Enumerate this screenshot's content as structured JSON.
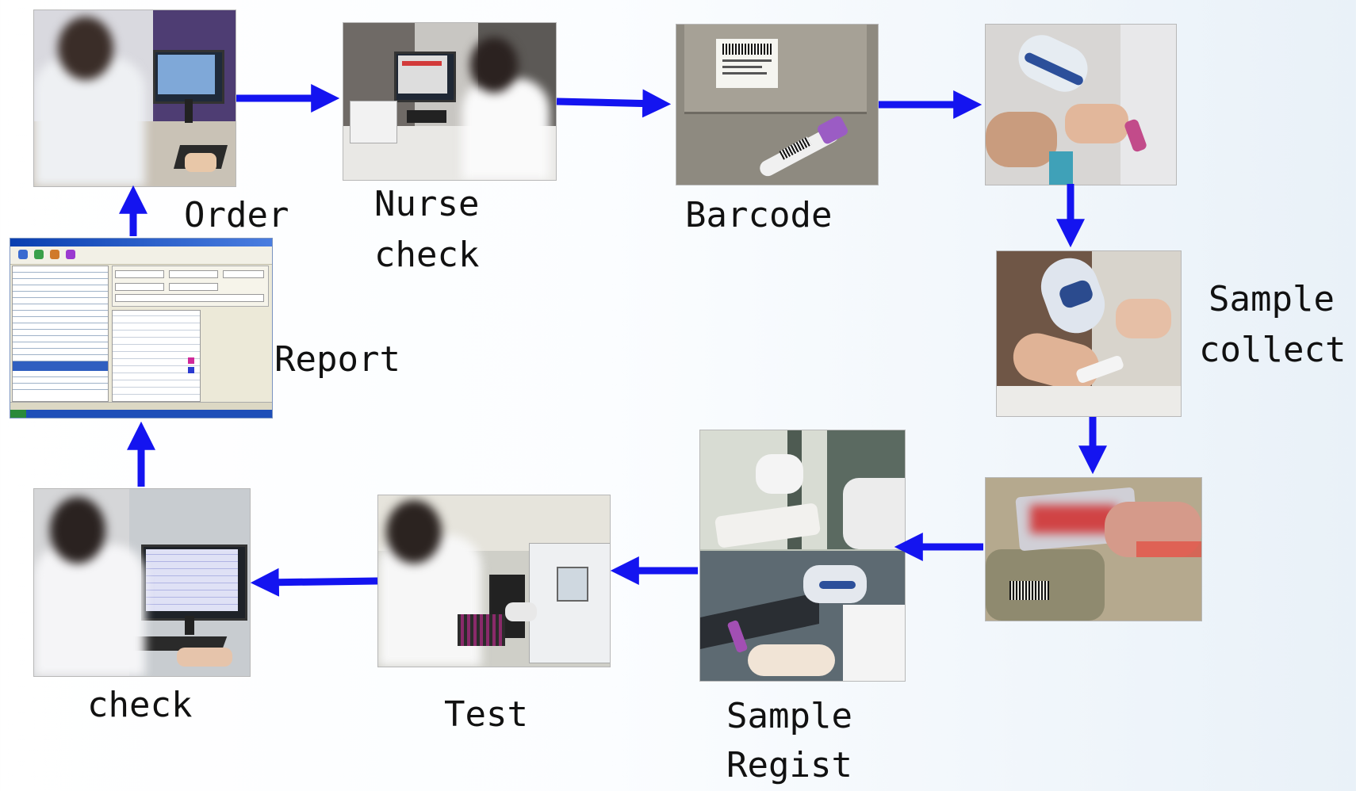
{
  "steps": {
    "order": "Order",
    "nurse_check": [
      "Nurse",
      "check"
    ],
    "barcode": "Barcode",
    "sample_collect": [
      "Sample",
      "collect"
    ],
    "sample_regist": [
      "Sample",
      "Regist"
    ],
    "test": "Test",
    "check": "check",
    "report": "Report"
  },
  "colors": {
    "arrow": "#1414f0",
    "label": "#111111"
  },
  "icons": [
    "arrow-right",
    "arrow-left",
    "arrow-up",
    "arrow-down"
  ]
}
